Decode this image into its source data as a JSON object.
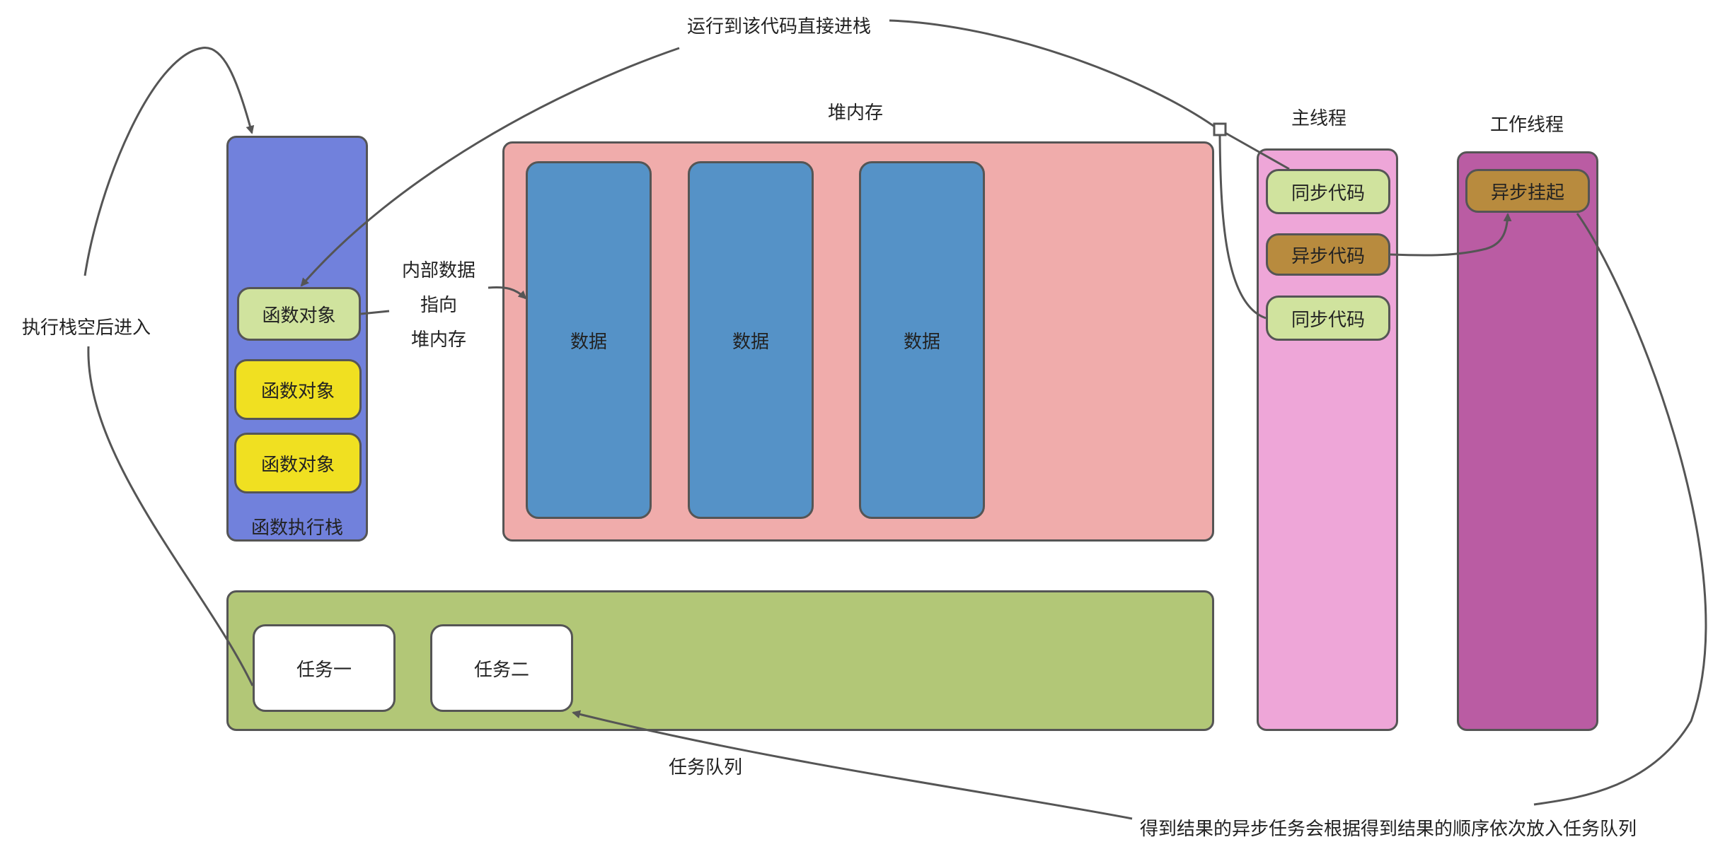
{
  "colors": {
    "stack": "#7181dc",
    "heap": "#f0acab",
    "data_block": "#5592c7",
    "queue": "#b2c777",
    "main_thread": "#eea6d8",
    "worker_thread": "#ba5ca3",
    "func_current": "#d0e39e",
    "func": "#f0e021",
    "sync": "#d0e39e",
    "async": "#b88b3e",
    "task": "#ffffff",
    "stroke": "#555555"
  },
  "stack": {
    "title": "函数执行栈",
    "items": [
      "函数对象",
      "函数对象",
      "函数对象"
    ]
  },
  "heap": {
    "title": "堆内存",
    "blocks": [
      "数据",
      "数据",
      "数据"
    ]
  },
  "pointer_label": [
    "内部数据",
    "指向",
    "堆内存"
  ],
  "main_thread": {
    "title": "主线程",
    "items": [
      "同步代码",
      "异步代码",
      "同步代码"
    ]
  },
  "worker_thread": {
    "title": "工作线程",
    "items": [
      "异步挂起"
    ]
  },
  "queue": {
    "title": "任务队列",
    "tasks": [
      "任务一",
      "任务二"
    ]
  },
  "annotations": {
    "top": "运行到该代码直接进栈",
    "left": "执行栈空后进入",
    "bottom": "得到结果的异步任务会根据得到结果的顺序依次放入任务队列"
  }
}
